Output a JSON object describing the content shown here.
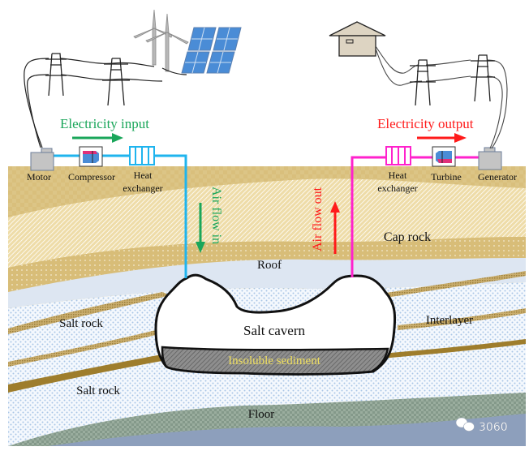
{
  "title": "Compressed air energy storage in salt cavern",
  "colors": {
    "input_accent": "#1aa65a",
    "output_accent": "#ff1a1a",
    "air_in_pipe": "#1fb4ee",
    "air_out_pipe": "#ff22cc",
    "sediment_text": "#f0e060",
    "cap_rock": "#d9bf7c",
    "roof": "#dde6f2",
    "salt_rock": "#e8f0f8",
    "interlayer": "#a98a3d",
    "floor": "#8fa597",
    "bedrock": "#8d9fbc"
  },
  "surface": {
    "input_side": {
      "heading": "Electricity input",
      "sources": [
        "wind-turbines",
        "solar-panels"
      ],
      "components": [
        "Motor",
        "Compressor",
        "Heat",
        "exchanger"
      ]
    },
    "output_side": {
      "heading": "Electricity output",
      "consumer": "house",
      "components": [
        "Heat",
        "exchanger",
        "Turbine",
        "Generator"
      ]
    }
  },
  "flows": {
    "air_in": "Air flow in",
    "air_out": "Air flow out"
  },
  "strata": {
    "cap_rock": "Cap rock",
    "roof": "Roof",
    "salt_rock_upper": "Salt rock",
    "salt_rock_lower": "Salt rock",
    "interlayer": "Interlayer",
    "floor": "Floor"
  },
  "cavern": {
    "label": "Salt cavern",
    "sediment": "Insoluble sediment"
  },
  "watermark": {
    "icon": "wechat-icon",
    "text": "3060"
  }
}
